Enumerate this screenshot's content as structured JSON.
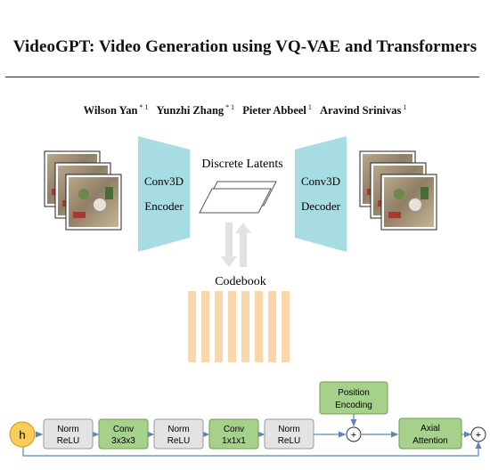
{
  "title": "VideoGPT: Video Generation using VQ-VAE and Transformers",
  "authors": [
    {
      "name": "Wilson Yan",
      "sup": "* 1"
    },
    {
      "name": "Yunzhi Zhang",
      "sup": "* 1"
    },
    {
      "name": "Pieter Abbeel",
      "sup": "1"
    },
    {
      "name": "Aravind Srinivas",
      "sup": "1"
    }
  ],
  "figure1": {
    "encoder": [
      "Conv3D",
      "Encoder"
    ],
    "decoder": [
      "Conv3D",
      "Decoder"
    ],
    "latents_label": "Discrete Latents",
    "codebook_label": "Codebook",
    "colors": {
      "conv_block": "#a8dce3",
      "codebook": "#fbd6a8",
      "arrow": "#e2e2e2"
    }
  },
  "figure2": {
    "input": "h",
    "blocks": [
      [
        "Norm",
        "ReLU"
      ],
      [
        "Conv",
        "3x3x3"
      ],
      [
        "Norm",
        "ReLU"
      ],
      [
        "Conv",
        "1x1x1"
      ],
      [
        "Norm",
        "ReLU"
      ]
    ],
    "position_encoding": [
      "Position",
      "Encoding"
    ],
    "axial_attention": [
      "Axial",
      "Attention"
    ],
    "plus": "+",
    "colors": {
      "gray": "#e3e3e3",
      "green": "#a6d18b",
      "input": "#f9cd57"
    }
  }
}
